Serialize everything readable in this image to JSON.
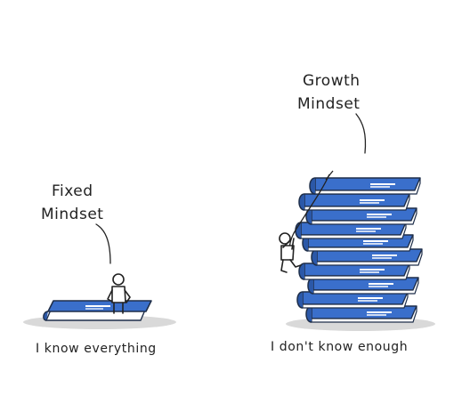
{
  "colors": {
    "book_cover": "#3a6fcb",
    "book_cover_dark": "#2b58a8",
    "pages": "#ffffff",
    "outline": "#1f2f4a",
    "shadow": "#d9d9d9",
    "ink": "#222222"
  },
  "left_panel": {
    "label_line1": "Fixed",
    "label_line2": "Mindset",
    "caption": "I know everything"
  },
  "right_panel": {
    "label_line1": "Growth",
    "label_line2": "Mindset",
    "caption": "I don't know enough"
  }
}
